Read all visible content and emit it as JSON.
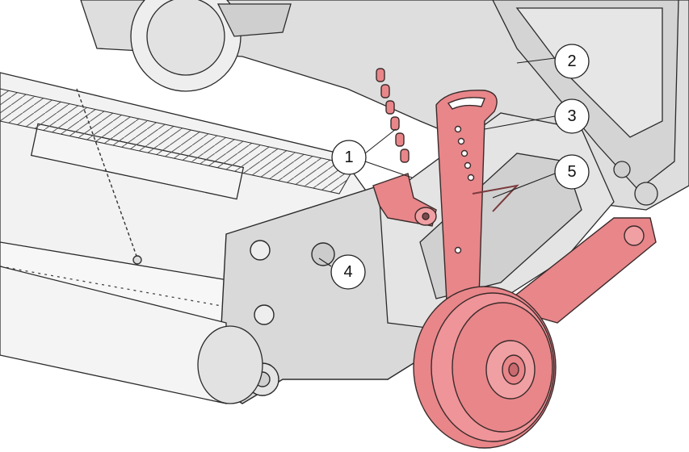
{
  "figure": {
    "highlight_color": "#e8868a",
    "line_color": "#2a2a2a",
    "panel_color": "#dcdcdc",
    "background": "#ffffff"
  },
  "callouts": [
    {
      "id": "1",
      "label": "1"
    },
    {
      "id": "2",
      "label": "2"
    },
    {
      "id": "3",
      "label": "3"
    },
    {
      "id": "4",
      "label": "4"
    },
    {
      "id": "5",
      "label": "5"
    }
  ]
}
